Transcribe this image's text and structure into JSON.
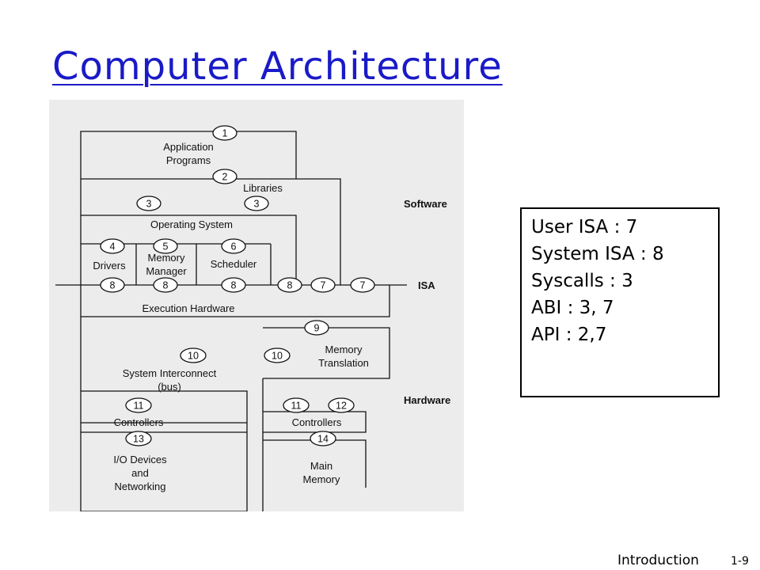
{
  "slide": {
    "title": "Computer Architecture",
    "footer_label": "Introduction",
    "page_number": "1-9"
  },
  "diagram": {
    "labels": {
      "application_programs_1": "Application",
      "application_programs_2": "Programs",
      "libraries": "Libraries",
      "operating_system": "Operating System",
      "drivers": "Drivers",
      "memory_manager_1": "Memory",
      "memory_manager_2": "Manager",
      "scheduler": "Scheduler",
      "execution_hardware": "Execution Hardware",
      "memory_translation_1": "Memory",
      "memory_translation_2": "Translation",
      "system_interconnect_1": "System Interconnect",
      "system_interconnect_2": "(bus)",
      "controllers_left": "Controllers",
      "controllers_right": "Controllers",
      "io_devices_1": "I/O Devices",
      "io_devices_2": "and",
      "io_devices_3": "Networking",
      "main_memory_1": "Main",
      "main_memory_2": "Memory"
    },
    "side_labels": {
      "software": "Software",
      "isa": "ISA",
      "hardware": "Hardware"
    },
    "interfaces": {
      "n1": "1",
      "n2": "2",
      "n3a": "3",
      "n3b": "3",
      "n4": "4",
      "n5": "5",
      "n6": "6",
      "n8a": "8",
      "n8b": "8",
      "n8c": "8",
      "n8d": "8",
      "n7a": "7",
      "n7b": "7",
      "n9": "9",
      "n10a": "10",
      "n10b": "10",
      "n11a": "11",
      "n11b": "11",
      "n12": "12",
      "n13": "13",
      "n14": "14"
    }
  },
  "info_box": {
    "lines": [
      "User ISA : 7",
      "System ISA : 8",
      "Syscalls : 3",
      "ABI : 3, 7",
      "API : 2,7"
    ]
  }
}
